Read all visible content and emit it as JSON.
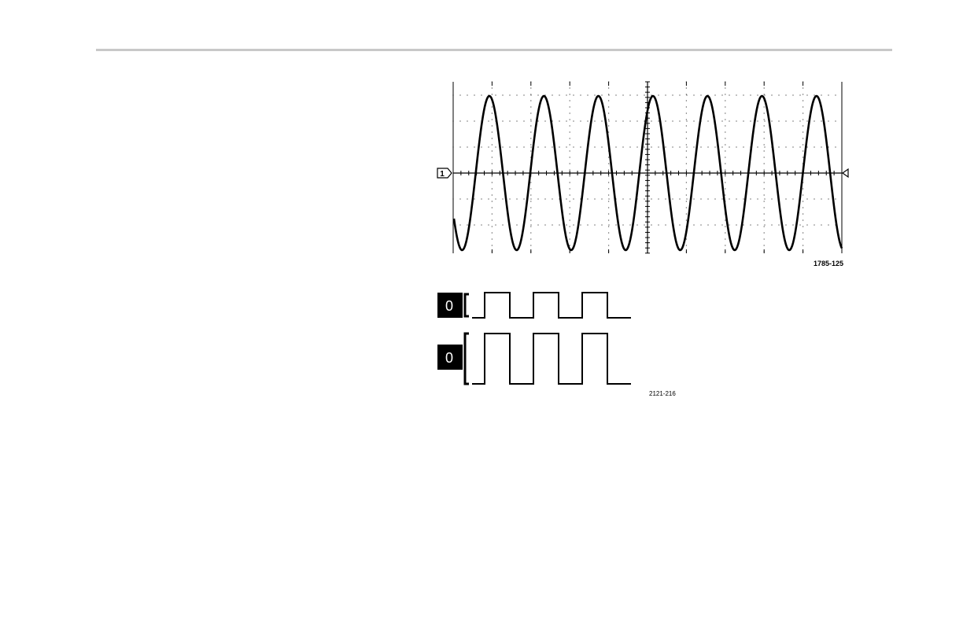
{
  "header": {
    "rule_color": "#c8c8c8"
  },
  "scope_figure": {
    "channel_marker_label": "1",
    "figure_id": "1785-125",
    "trace_color": "#000000"
  },
  "digital_figure": {
    "channels": [
      {
        "label": "0"
      },
      {
        "label": "0"
      }
    ],
    "figure_id": "2121-216"
  }
}
